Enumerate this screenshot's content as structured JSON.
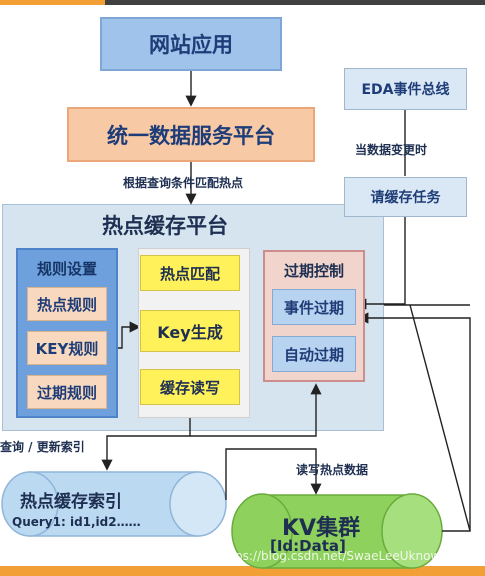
{
  "site_app": "网站应用",
  "unified_platform": "统一数据服务平台",
  "eda_bus": "EDA事件总线",
  "on_data_change": "当数据变更时",
  "request_cache_task": "请缓存任务",
  "match_by_query": "根据查询条件匹配热点",
  "hot_cache_platform": "热点缓存平台",
  "rules": {
    "title": "规则设置",
    "items": [
      "热点规则",
      "KEY规则",
      "过期规则"
    ]
  },
  "core": {
    "items": [
      "热点匹配",
      "Key生成",
      "缓存读写"
    ]
  },
  "expiry": {
    "title": "过期控制",
    "items": [
      "事件过期",
      "自动过期"
    ]
  },
  "query_update_index": "查询 / 更新索引",
  "read_write_hot_data": "读写热点数据",
  "hot_cache_index": "热点缓存索引",
  "query1_line": "Query1: id1,id2……",
  "kv_cluster": "KV集群",
  "kv_sub": "[Id:Data]",
  "watermark": "https://blog.csdn.net/SwaeLeeUknow",
  "colors": {
    "top_orange": "#f2a036",
    "blue_box": "#9fc3ea",
    "orange_box": "#f7c9a5",
    "platform_bg": "#d6e4ef",
    "yellow": "#fff15a",
    "rules_blue": "#6ea0de",
    "expire_pink": "#f1d4cb",
    "cyl_blue": "#bcd9f2",
    "cyl_green": "#8ed15c"
  }
}
